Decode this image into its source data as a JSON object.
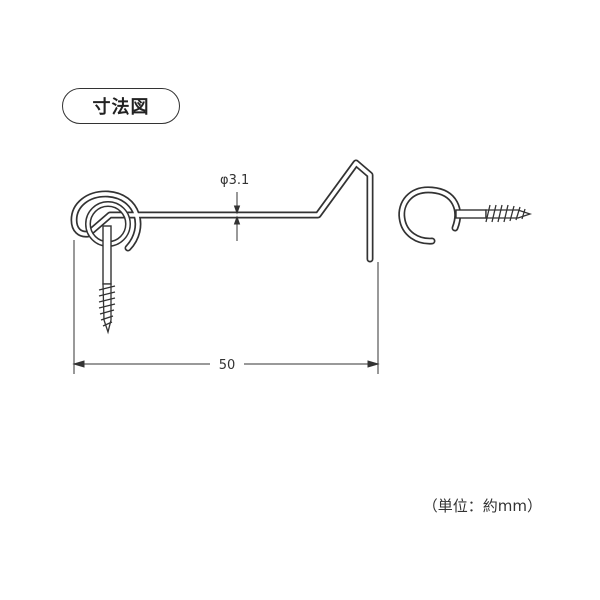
{
  "title": "寸法図",
  "dimensions": {
    "wire_diameter": "φ3.1",
    "overall_length": "50"
  },
  "unit_note": "（単位：約mm）",
  "colors": {
    "line": "#333333",
    "background": "#ffffff"
  }
}
